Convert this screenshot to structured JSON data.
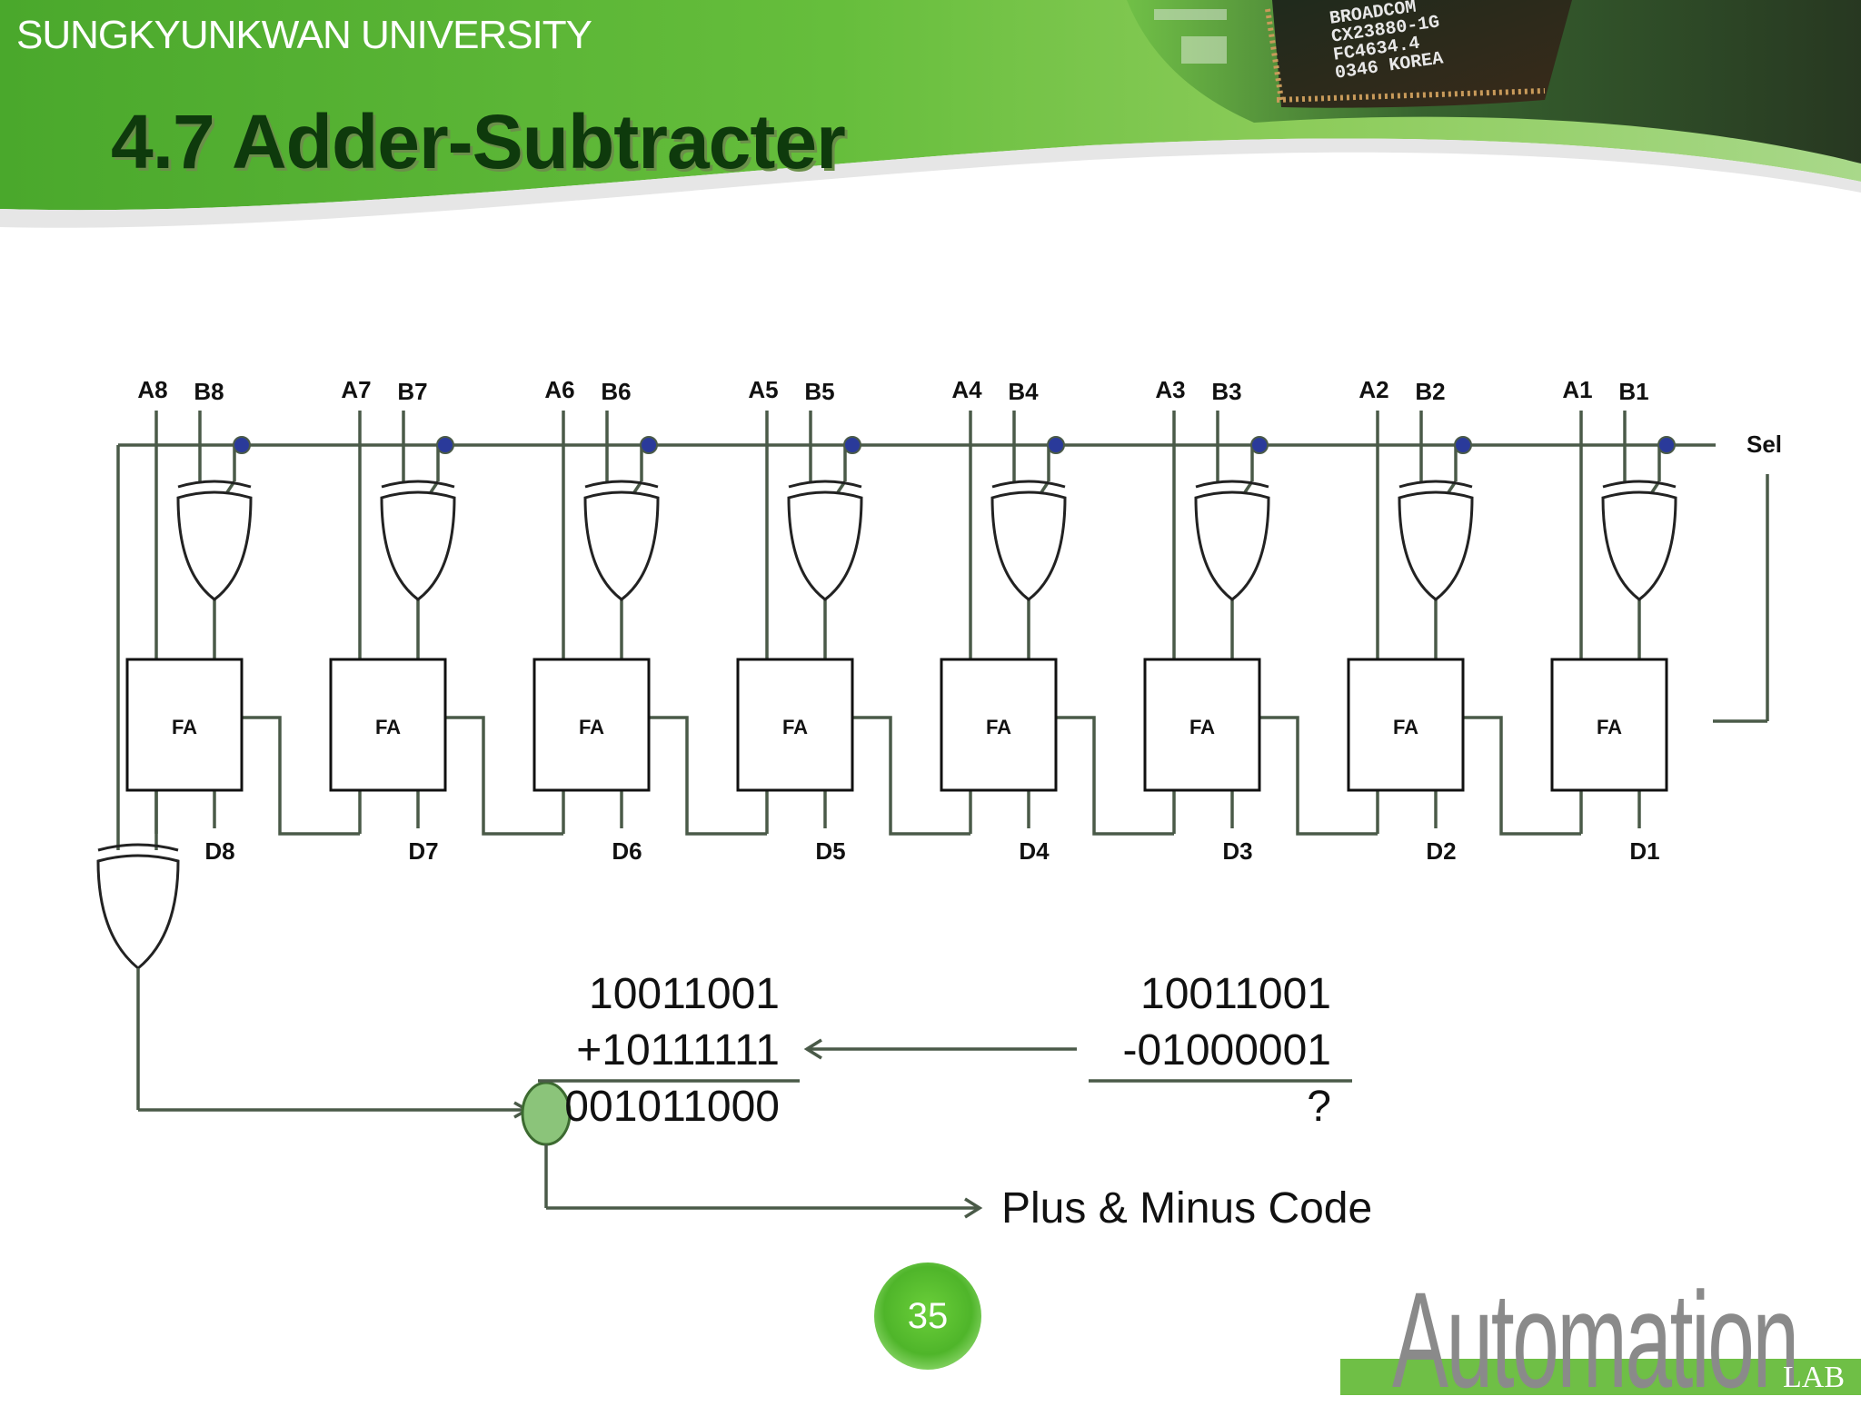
{
  "header": {
    "university": "SUNGKYUNKWAN UNIVERSITY",
    "title": "4.7 Adder-Subtracter",
    "chip_markings": [
      "BROADCOM",
      "CX23880-1G",
      "FC4634.4",
      "0346 KOREA"
    ]
  },
  "circuit": {
    "stages": [
      {
        "a": "A8",
        "b": "B8",
        "d": "D8",
        "fa": "FA"
      },
      {
        "a": "A7",
        "b": "B7",
        "d": "D7",
        "fa": "FA"
      },
      {
        "a": "A6",
        "b": "B6",
        "d": "D6",
        "fa": "FA"
      },
      {
        "a": "A5",
        "b": "B5",
        "d": "D5",
        "fa": "FA"
      },
      {
        "a": "A4",
        "b": "B4",
        "d": "D4",
        "fa": "FA"
      },
      {
        "a": "A3",
        "b": "B3",
        "d": "D3",
        "fa": "FA"
      },
      {
        "a": "A2",
        "b": "B2",
        "d": "D2",
        "fa": "FA"
      },
      {
        "a": "A1",
        "b": "B1",
        "d": "D1",
        "fa": "FA"
      }
    ],
    "sel_label": "Sel"
  },
  "arithmetic": {
    "addition": {
      "line1": "10011001",
      "line2": "+10111111",
      "result": "001011000"
    },
    "subtraction": {
      "line1": "10011001",
      "line2": "-01000001",
      "result": "?"
    },
    "note": "Plus & Minus Code"
  },
  "footer": {
    "page_number": "35",
    "logo": "Automation",
    "logo_suffix": "LAB"
  },
  "colors": {
    "header_green": "#5cb53a",
    "wire": "#4a5a48",
    "junction": "#2a3a9a",
    "highlight_circle": "#8bc47a"
  }
}
